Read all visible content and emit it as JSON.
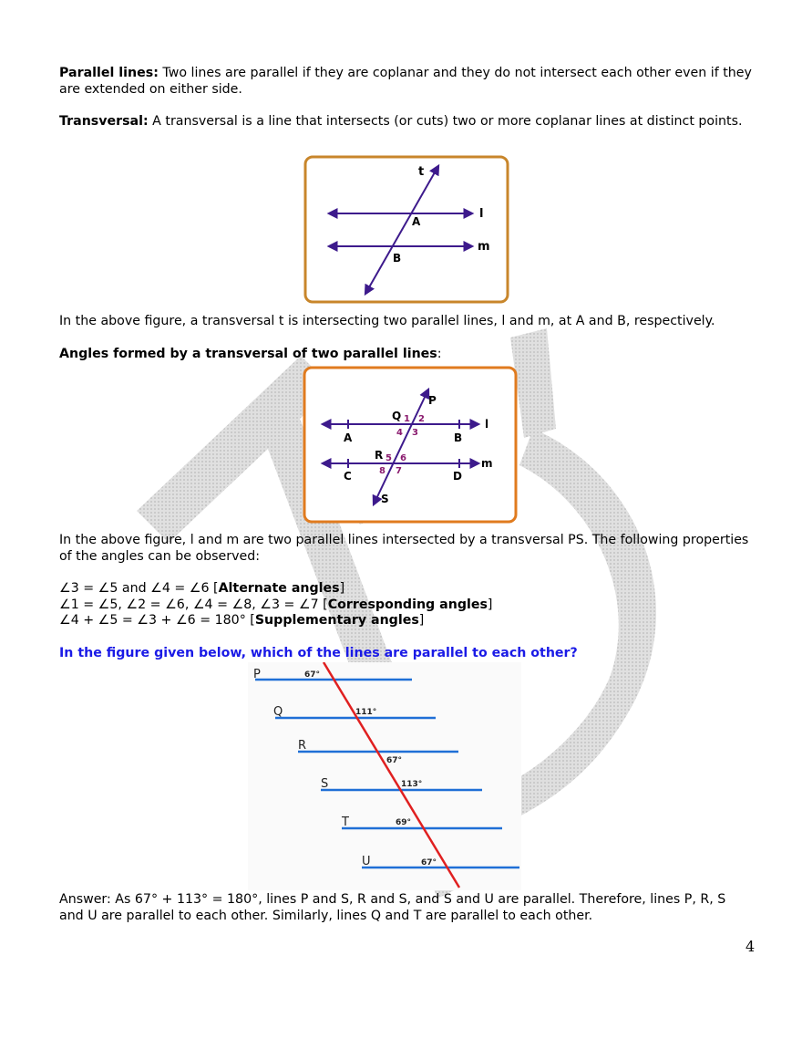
{
  "definitions": {
    "parallel_term": "Parallel lines:",
    "parallel_text": " Two lines are parallel if they are coplanar and they do not intersect each other even if they are extended on either side.",
    "transversal_term": "Transversal:",
    "transversal_text": " A transversal is a line that intersects (or cuts) two or more coplanar lines at distinct points."
  },
  "figure1": {
    "labels": {
      "t": "t",
      "l": "l",
      "m": "m",
      "A": "A",
      "B": "B"
    },
    "colors": {
      "frame": "#c8862b",
      "line": "#3d1a8c"
    }
  },
  "caption1": "In the above figure, a transversal t is intersecting two parallel lines, l and m, at A and B, respectively.",
  "angles_heading": "Angles formed by a transversal of two parallel lines",
  "angles_heading_suffix": ":",
  "figure2": {
    "labels": {
      "P": "P",
      "Q": "Q",
      "R": "R",
      "S": "S",
      "A": "A",
      "B": "B",
      "C": "C",
      "D": "D",
      "l": "l",
      "m": "m",
      "n1": "1",
      "n2": "2",
      "n3": "3",
      "n4": "4",
      "n5": "5",
      "n6": "6",
      "n7": "7",
      "n8": "8"
    },
    "colors": {
      "frame": "#e07b1f",
      "line": "#3d1a8c",
      "number": "#8a1a6e"
    }
  },
  "caption2": "In the above figure, l and m are two parallel lines intersected by a transversal PS. The following properties of the angles can be observed:",
  "properties": [
    {
      "eq": "∠3 = ∠5 and ∠4 = ∠6 [",
      "name": "Alternate angles",
      "end": "]"
    },
    {
      "eq": "∠1 = ∠5, ∠2 = ∠6, ∠4 = ∠8, ∠3 = ∠7 [",
      "name": "Corresponding angles",
      "end": "]"
    },
    {
      "eq": "∠4 + ∠5 = ∠3 + ∠6 = 180° [",
      "name": "Supplementary angles",
      "end": "]"
    }
  ],
  "question": "In the figure given below, which of the lines are parallel to each other?",
  "figure3": {
    "lines": [
      {
        "name": "P",
        "angle": "67°"
      },
      {
        "name": "Q",
        "angle": "111°"
      },
      {
        "name": "R",
        "angle": "67°"
      },
      {
        "name": "S",
        "angle": "113°"
      },
      {
        "name": "T",
        "angle": "69°"
      },
      {
        "name": "U",
        "angle": "67°"
      }
    ],
    "colors": {
      "parallel": "#1f6fd6",
      "transversal": "#e02020"
    }
  },
  "answer": "Answer: As 67° + 113° = 180°, lines P and S, R and S, and S and U are parallel. Therefore, lines P, R, S and U are parallel to each other. Similarly, lines Q and T are parallel to each other.",
  "page_number": "4"
}
